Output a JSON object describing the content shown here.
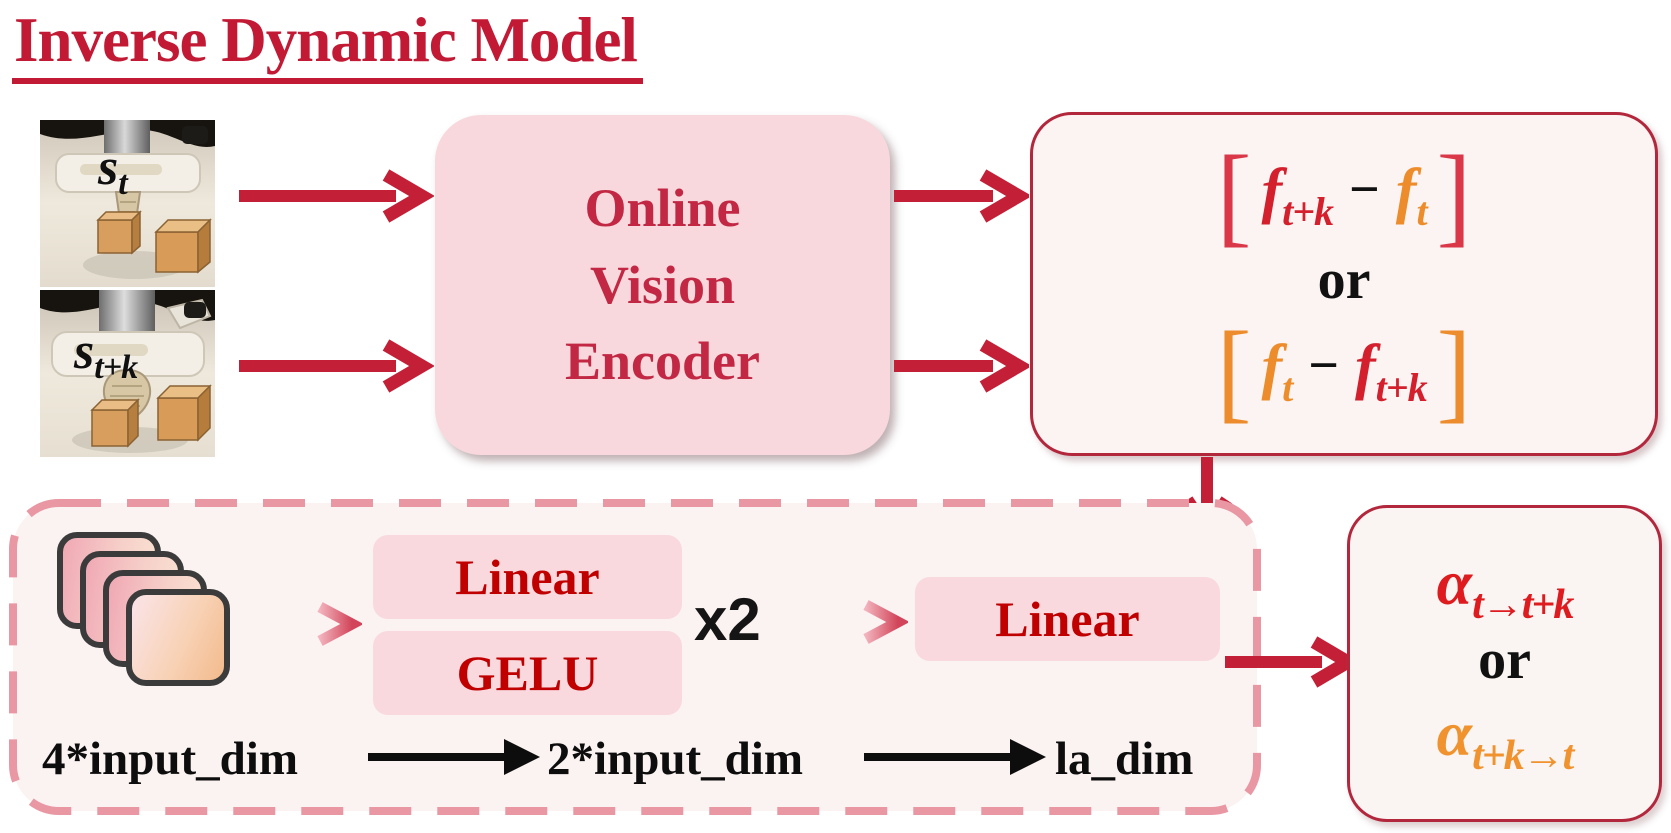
{
  "title": "Inverse Dynamic Model",
  "states": {
    "s_t": {
      "base": "s",
      "sub": "t"
    },
    "s_t_k": {
      "base": "s",
      "sub": "t+k"
    }
  },
  "encoder": {
    "line1": "Online",
    "line2": "Vision",
    "line3": "Encoder"
  },
  "features": {
    "row1": {
      "open": "[",
      "f_a": "f",
      "f_a_sub": "t+k",
      "minus": "−",
      "f_b": "f",
      "f_b_sub": "t",
      "close": "]"
    },
    "or": "or",
    "row2": {
      "open": "[",
      "f_a": "f",
      "f_a_sub": "t",
      "minus": "−",
      "f_b": "f",
      "f_b_sub": "t+k",
      "close": "]"
    }
  },
  "mlp": {
    "linear1": "Linear",
    "gelu": "GELU",
    "repeat": "x2",
    "linear2": "Linear",
    "dims": {
      "in": "4*input_dim",
      "mid": "2*input_dim",
      "out": "la_dim"
    }
  },
  "actions": {
    "row1": {
      "base": "α",
      "sub": "t→t+k"
    },
    "or": "or",
    "row2": {
      "base": "α",
      "sub": "t+k→t"
    }
  },
  "colors": {
    "crimson_arrow": "#C32038",
    "title_red": "#C21A35",
    "dark_red_text": "#C00000",
    "feature_red": "#D3202C",
    "feature_orange": "#ED8C2B",
    "alpha_red": "#DE1B1E",
    "alpha_orange": "#F0922E",
    "encoder_fill": "#F8D8DD",
    "pink_label_fill": "#F9D9DE",
    "dashed_border_pink": "#E897A3",
    "offwhite_fill": "#FBF4F3",
    "box_border": "#B3273D"
  }
}
